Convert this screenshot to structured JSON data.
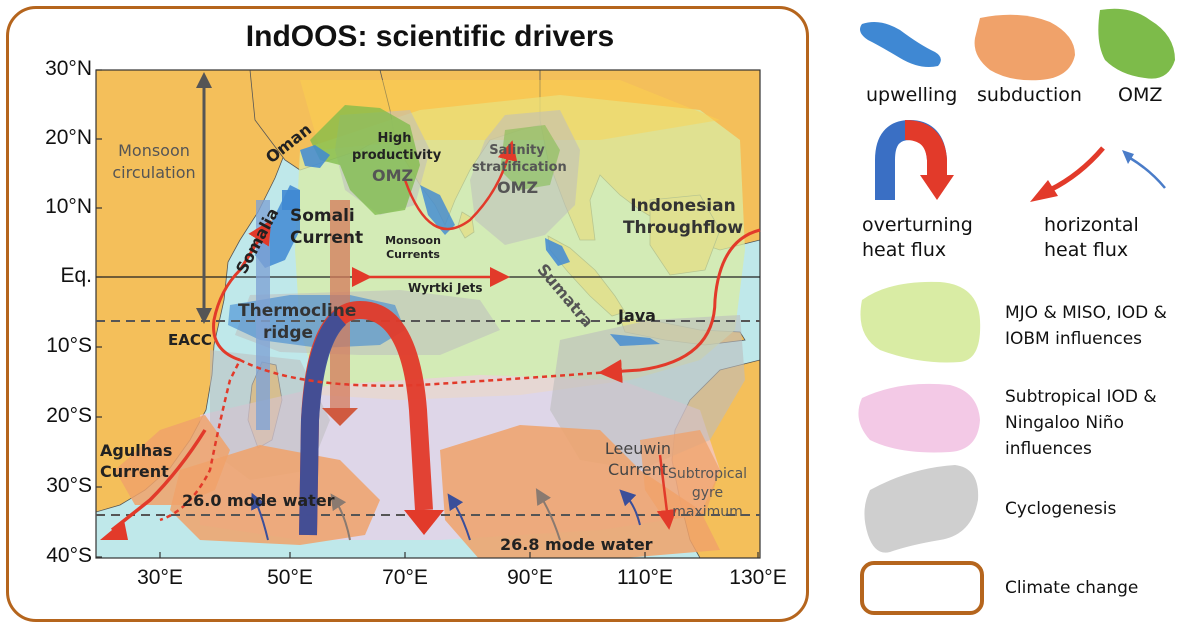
{
  "title": "IndOOS: scientific drivers",
  "lat_labels": [
    "30°N",
    "20°N",
    "10°N",
    "Eq.",
    "10°S",
    "20°S",
    "30°S",
    "40°S"
  ],
  "lon_labels": [
    "30°E",
    "50°E",
    "70°E",
    "90°E",
    "110°E",
    "130°E"
  ],
  "map_labels": {
    "monsoon_circulation": "Monsoon circulation",
    "oman": "Oman",
    "somalia": "Somalia",
    "somali_current": "Somali Current",
    "high_productivity": "High productivity",
    "omz_west": "OMZ",
    "salinity_stratification": "Salinity stratification",
    "omz_east": "OMZ",
    "monsoon_currents": "Monsoon Currents",
    "sumatra": "Sumatra",
    "indonesian_throughflow": "Indonesian Throughflow",
    "wyrtki_jets": "Wyrtki Jets",
    "java": "Java",
    "thermocline_ridge": "Thermocline ridge",
    "eacc": "EACC",
    "agulhas_current": "Agulhas Current",
    "leeuwin_current": "Leeuwin Current",
    "subtropical_gyre_maximum": "Subtropical gyre maximum",
    "mode_water_26_0": "26.0 mode water",
    "mode_water_26_8": "26.8 mode water"
  },
  "legend": {
    "upwelling": "upwelling",
    "subduction": "subduction",
    "omz": "OMZ",
    "overturning": "overturning heat flux",
    "horizontal": "horizontal heat flux",
    "mjo": "MJO & MISO, IOD & IOBM influences",
    "subtropical_iod": "Subtropical IOD & Ningaloo Niño influences",
    "cyclogenesis": "Cyclogenesis",
    "climate_change": "Climate change"
  },
  "colors": {
    "land": "#f4bf5a",
    "ocean": "#bfe8ea",
    "upwelling": "#3f88d3",
    "subduction": "#f0a26a",
    "omz": "#7dbb4a",
    "overturning_blue": "#3a6fc4",
    "overturning_red": "#e23a2a",
    "mjo": "#d9eca4",
    "subtropical_iod": "#f3c9e6",
    "cyclogenesis": "#cfcfcf",
    "climate_change": "#b5651d"
  }
}
